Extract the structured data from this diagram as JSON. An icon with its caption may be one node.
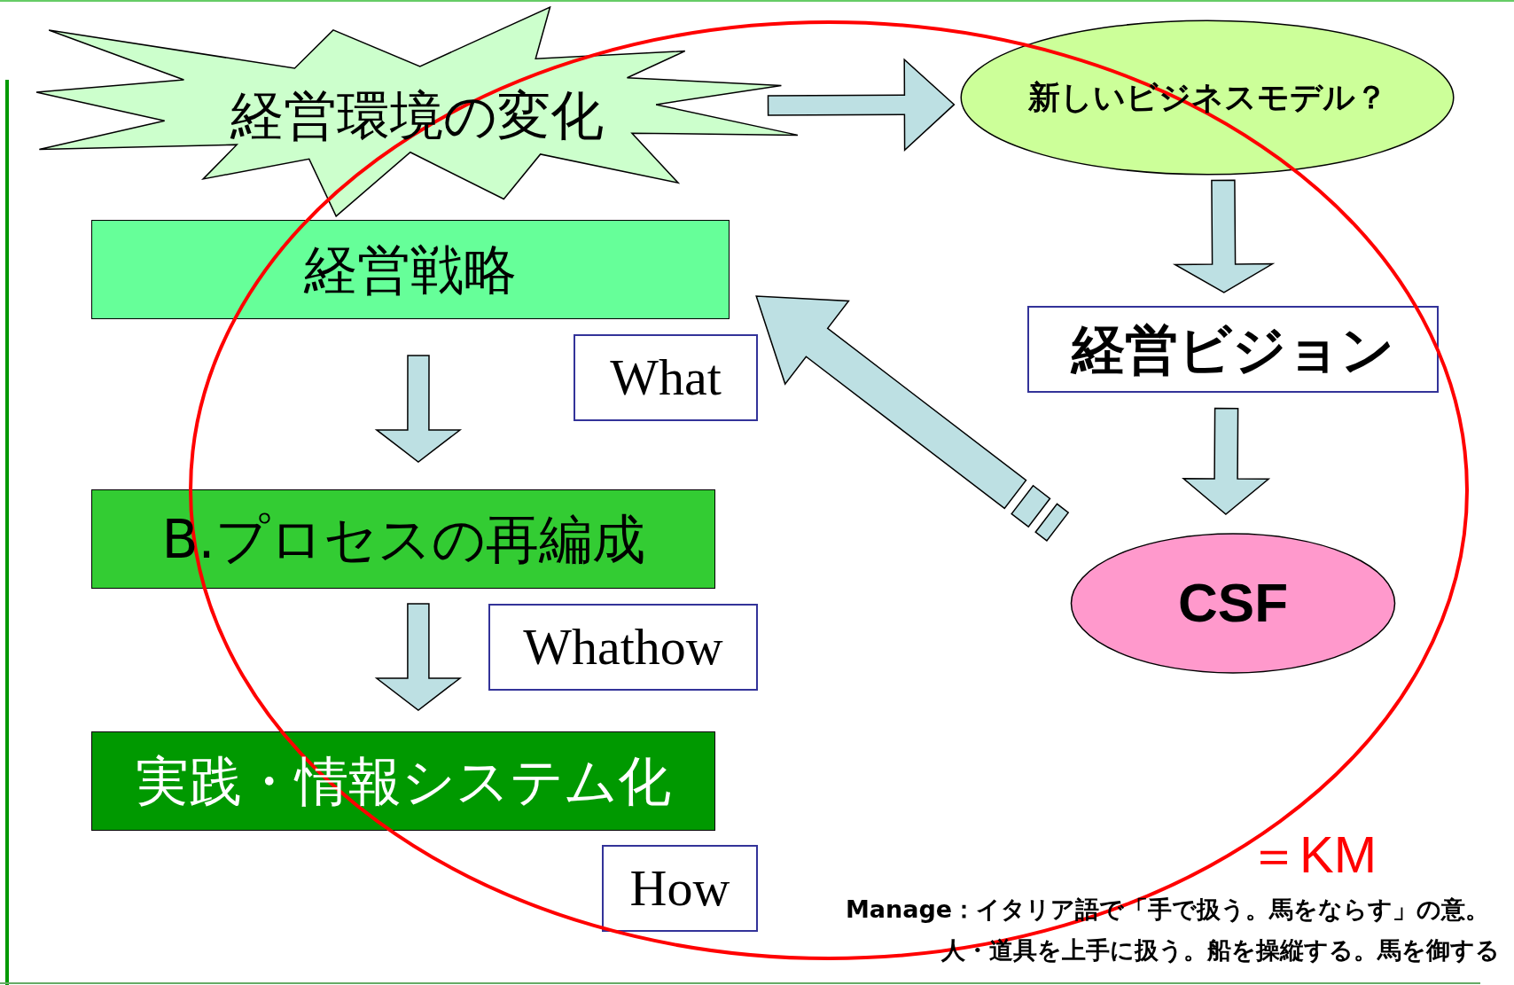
{
  "diagram": {
    "nodes": [
      {
        "text": [
          "経営環境の変化"
        ]
      },
      {
        "text": [
          "新しいビジネスモデル？"
        ]
      },
      {
        "text": [
          "経営戦略"
        ]
      },
      {
        "text": [
          "What"
        ]
      },
      {
        "text": [
          "経営ビジョン"
        ]
      },
      {
        "text": [
          "B.プロセスの再編成"
        ]
      },
      {
        "text": [
          "Whathow"
        ]
      },
      {
        "text": [
          "実践・情報システム化"
        ]
      },
      {
        "text": [
          "How"
        ]
      },
      {
        "text": [
          "CSF"
        ]
      }
    ],
    "edges": [
      {
        "from": 0,
        "to": 1,
        "arrow": "to"
      },
      {
        "from": 1,
        "to": 4,
        "arrow": "to"
      },
      {
        "from": 4,
        "to": 9,
        "arrow": "to"
      },
      {
        "from": 9,
        "to": 2,
        "arrow": "to",
        "style": "dashed"
      },
      {
        "from": 2,
        "to": 5,
        "arrow": "to"
      },
      {
        "from": 5,
        "to": 7,
        "arrow": "to"
      }
    ],
    "labels": [
      "＝KM",
      "Manage：イタリア語で「手で扱う。馬をならす」の意。",
      "人・道具を上手に扱う。船を操縦する。馬を御する"
    ]
  }
}
